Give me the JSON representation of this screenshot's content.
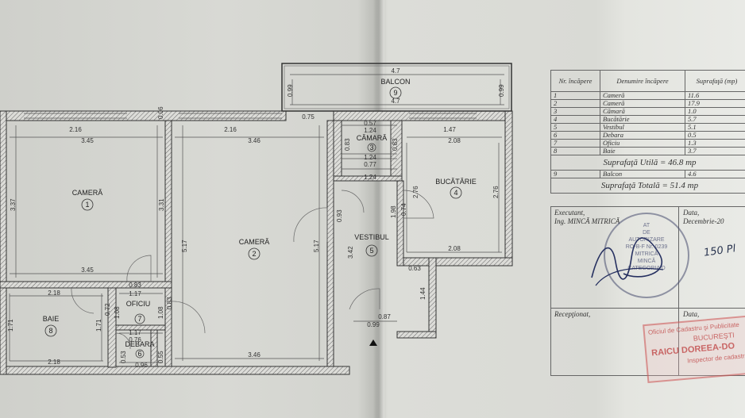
{
  "plan": {
    "rooms": [
      {
        "name": "CAMERĂ",
        "number": "1"
      },
      {
        "name": "CAMERĂ",
        "number": "2"
      },
      {
        "name": "CĂMARĂ",
        "number": "3"
      },
      {
        "name": "BUCĂTĂRIE",
        "number": "4"
      },
      {
        "name": "VESTIBUL",
        "number": "5"
      },
      {
        "name": "DEBARA",
        "number": "6"
      },
      {
        "name": "OFICIU",
        "number": "7"
      },
      {
        "name": "BAIE",
        "number": "8"
      },
      {
        "name": "BALCON",
        "number": "9"
      }
    ],
    "dimensions": {
      "balcon_top": "4.7",
      "balcon_bottom": "4.7",
      "balcon_left": "0.99",
      "balcon_right": "0.99",
      "c1_top_window": "2.16",
      "c1_width": "3.45",
      "c1_bottom": "3.45",
      "c1_left": "3.37",
      "c1_right": "3.31",
      "c1_small": "0.06",
      "c2_top_window": "2.16",
      "c2_width": "3.46",
      "c2_bottom": "3.46",
      "c2_left": "5.17",
      "c2_right": "5.17",
      "d_075": "0.75",
      "cam_057": "0.57",
      "cam_124a": "1.24",
      "cam_124b": "1.24",
      "cam_077": "0.77",
      "cam_124c": "1.24",
      "cam_083a": "0.83",
      "cam_083b": "0.83",
      "b_top_window": "1.47",
      "b_width": "2.08",
      "b_bottom": "2.08",
      "b_left": "2.76",
      "b_right": "2.76",
      "v_093": "0.93",
      "v_342": "3.42",
      "v_198": "1.98",
      "v_074": "0.74",
      "v_063": "0.63",
      "v_144": "1.44",
      "v_087": "0.87",
      "v_099": "0.99",
      "of_083a": "0.83",
      "of_117a": "1.17",
      "of_108a": "1.08",
      "of_108b": "1.08",
      "of_083b": "0.83",
      "of_072": "0.72",
      "of_117b": "1.17",
      "d_076": "0.76",
      "d_096": "0.96",
      "d_053": "0.53",
      "d_055": "0.55",
      "baie_top": "2.18",
      "baie_bottom": "2.18",
      "baie_left": "1.71",
      "baie_right": "1.71"
    }
  },
  "table": {
    "header": {
      "nr": "Nr. încăpere",
      "denumire": "Denumire încăpere",
      "suprafata": "Suprafaţă (mp)"
    },
    "rows": [
      {
        "nr": "1",
        "name": "Cameră",
        "area": "11.6"
      },
      {
        "nr": "2",
        "name": "Cameră",
        "area": "17.9"
      },
      {
        "nr": "3",
        "name": "Cămară",
        "area": "1.0"
      },
      {
        "nr": "4",
        "name": "Bucătărie",
        "area": "5.7"
      },
      {
        "nr": "5",
        "name": "Vestibul",
        "area": "5.1"
      },
      {
        "nr": "6",
        "name": "Debara",
        "area": "0.5"
      },
      {
        "nr": "7",
        "name": "Oficiu",
        "area": "1.3"
      },
      {
        "nr": "8",
        "name": "Baie",
        "area": "3.7"
      }
    ],
    "util": "Suprafaţă Utilă = 46.8 mp",
    "balcon": {
      "nr": "9",
      "name": "Balcon",
      "area": "4.6"
    },
    "totala": "Suprafaţă Totală = 51.4 mp"
  },
  "footer": {
    "executant_label": "Executant,",
    "executant_name": "Ing. MINCĂ MITRICĂ",
    "data_label": "Data,",
    "data_value": "Decembrie-20",
    "receptionat_label": "Recepţionat,",
    "data_label2": "Data,",
    "handwritten_note": "150 Pl"
  },
  "stamps": {
    "authorization": {
      "lines": [
        "AT",
        "DE",
        "AUTORIZARE",
        "RO-B-F Nr. 0239",
        "MITRICĂ",
        "MINCĂ",
        "CATEGORIA D"
      ]
    },
    "oficiu": {
      "lines": [
        "Oficiul de Cadastru şi Publicitate",
        "BUCUREŞTI",
        "RAICU DOREEA-DO",
        "Inspector de cadastru"
      ]
    }
  }
}
